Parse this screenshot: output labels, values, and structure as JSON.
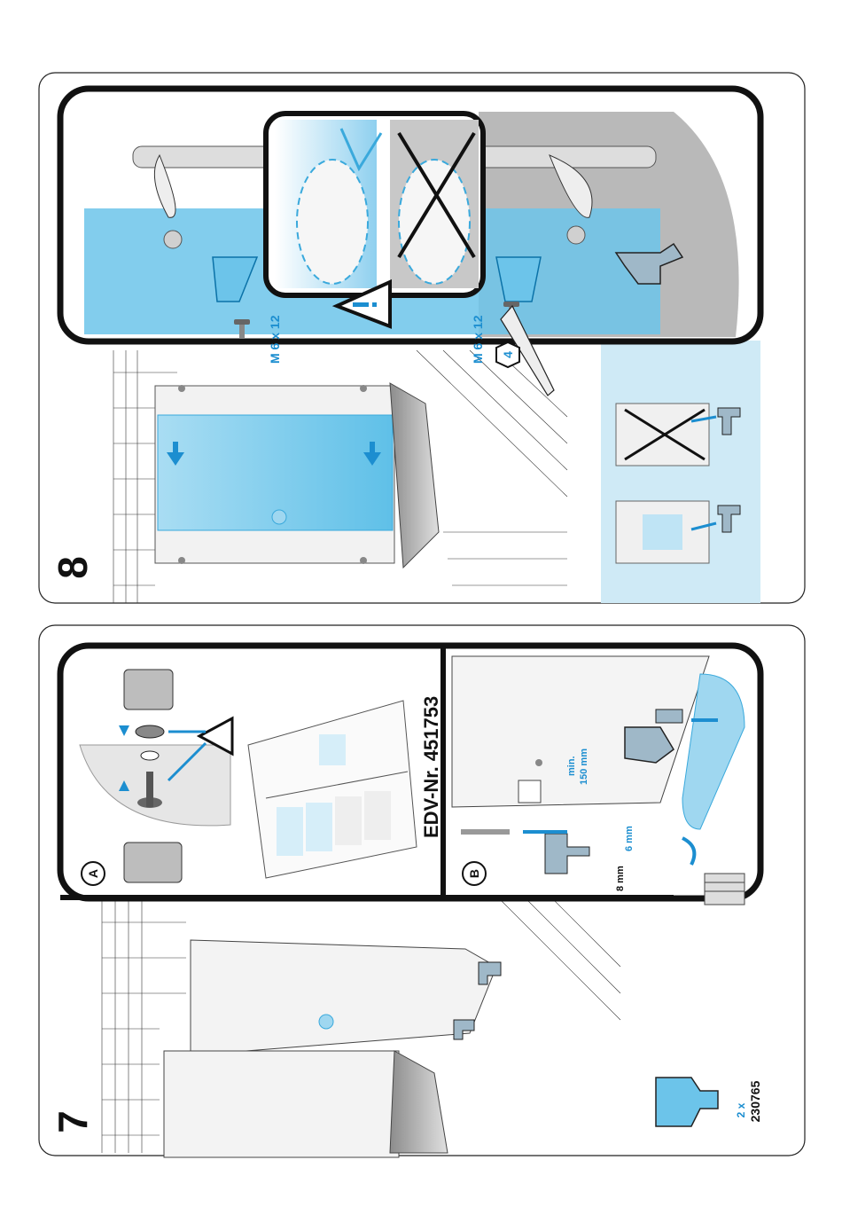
{
  "panel_top": {
    "step_number": "8",
    "screw_label_left": "M 6 x 12",
    "screw_label_right": "M 6 x 12",
    "hex_key_size": "4"
  },
  "panel_bottom": {
    "step_number": "7",
    "circle_a": "A",
    "circle_b": "B",
    "edv_number": "EDV-Nr. 451753",
    "min_distance_line1": "min.",
    "min_distance_line2": "150 mm",
    "dim_6mm": "6 mm",
    "dim_8mm": "8 mm",
    "part_qty": "2 x",
    "part_number": "230765"
  },
  "colors": {
    "accent_blue": "#3aa9dc",
    "light_blue": "#cfeaf6",
    "frame_black": "#111111"
  }
}
